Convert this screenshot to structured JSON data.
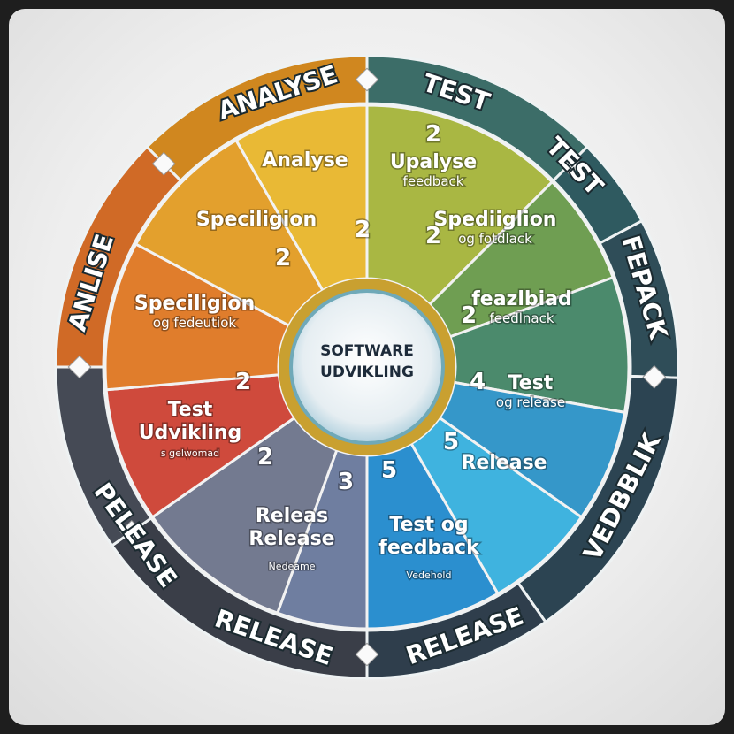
{
  "center": {
    "line1": "SOFTWARE",
    "line2": "UDVIKLING"
  },
  "ring_labels": [
    "ANALYSE",
    "TEST",
    "TEST",
    "FEPACK",
    "VEDBBLIK",
    "RELEASE",
    "RELEASE",
    "PELEASE",
    "ANLISE"
  ],
  "segments": [
    {
      "title": "Upalyse",
      "number": "2",
      "sub": "feedback",
      "color": "#a9b743"
    },
    {
      "title": "Spediiglion",
      "number": "2",
      "sub": "og fotdlack",
      "color": "#6f9e52"
    },
    {
      "title": "feazlbiad",
      "number": "2",
      "sub": "feedlnack",
      "color": "#4b8a6c"
    },
    {
      "title": "Test",
      "number": "4",
      "sub": "og release",
      "color": "#3597c9"
    },
    {
      "title": "Release",
      "number": "5",
      "sub": "",
      "color": "#3fb3df"
    },
    {
      "title": "Test og",
      "number": "5",
      "sub": "feedback",
      "note": "Vedehold",
      "color": "#2b8fcf"
    },
    {
      "title": "",
      "number": "3",
      "sub": "",
      "color": "#6f7ea0"
    },
    {
      "title": "Releas",
      "number": "2",
      "sub": "Release",
      "note": "Nedeame",
      "color": "#737a90"
    },
    {
      "title": "Test",
      "number": "2",
      "sub": "Udvikling",
      "note": "s gelwomad",
      "color": "#cf4a3c"
    },
    {
      "title": "Speciligion",
      "number": "",
      "sub": "og fedeutiok",
      "color": "#e07d2c"
    },
    {
      "title": "Speciligion",
      "number": "2",
      "sub": "",
      "color": "#e3a02d"
    },
    {
      "title": "Analyse",
      "number": "2",
      "sub": "",
      "color": "#e9b935"
    }
  ],
  "ring_color": "#2f4a55"
}
